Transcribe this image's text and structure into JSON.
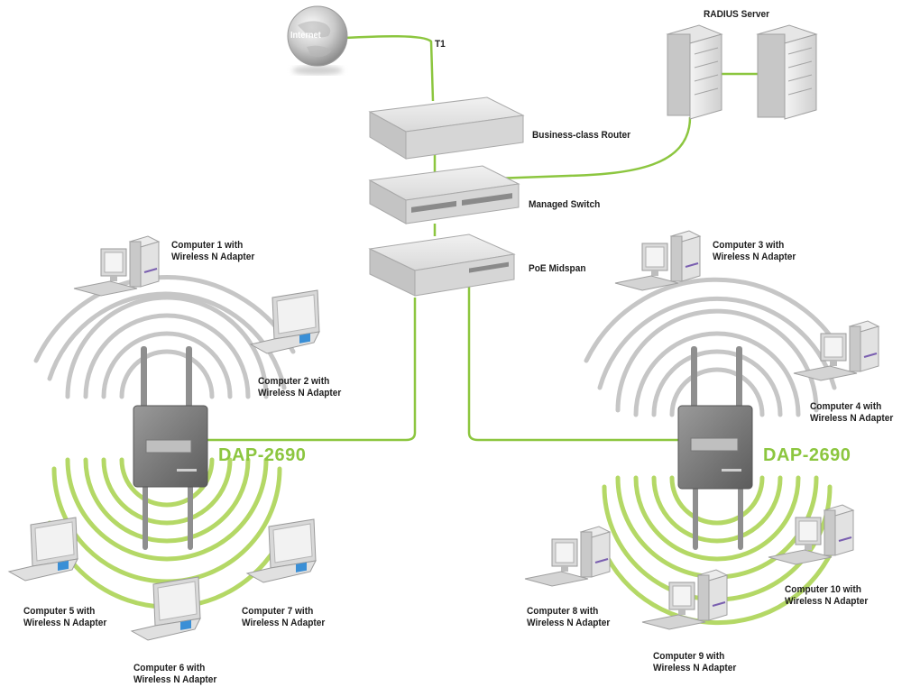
{
  "internet": {
    "label": "Internet"
  },
  "uplink": {
    "label": "T1"
  },
  "radius": {
    "label": "RADIUS Server"
  },
  "router": {
    "label": "Business-class Router"
  },
  "switch": {
    "label": "Managed Switch"
  },
  "poe": {
    "label": "PoE Midspan"
  },
  "access_points": [
    {
      "label": "DAP-2690"
    },
    {
      "label": "DAP-2690"
    }
  ],
  "clients": [
    {
      "line1": "Computer 1 with",
      "line2": "Wireless N Adapter"
    },
    {
      "line1": "Computer 2 with",
      "line2": "Wireless N Adapter"
    },
    {
      "line1": "Computer 3 with",
      "line2": "Wireless N Adapter"
    },
    {
      "line1": "Computer 4 with",
      "line2": "Wireless N Adapter"
    },
    {
      "line1": "Computer 5 with",
      "line2": "Wireless N Adapter"
    },
    {
      "line1": "Computer 6 with",
      "line2": "Wireless N Adapter"
    },
    {
      "line1": "Computer 7 with",
      "line2": "Wireless N Adapter"
    },
    {
      "line1": "Computer 8 with",
      "line2": "Wireless N Adapter"
    },
    {
      "line1": "Computer 9 with",
      "line2": "Wireless N Adapter"
    },
    {
      "line1": "Computer 10 with",
      "line2": "Wireless N Adapter"
    }
  ],
  "colors": {
    "link": "#8cc63f",
    "wave_green": "#a5d14a",
    "wave_gray": "#b4b4b4"
  }
}
